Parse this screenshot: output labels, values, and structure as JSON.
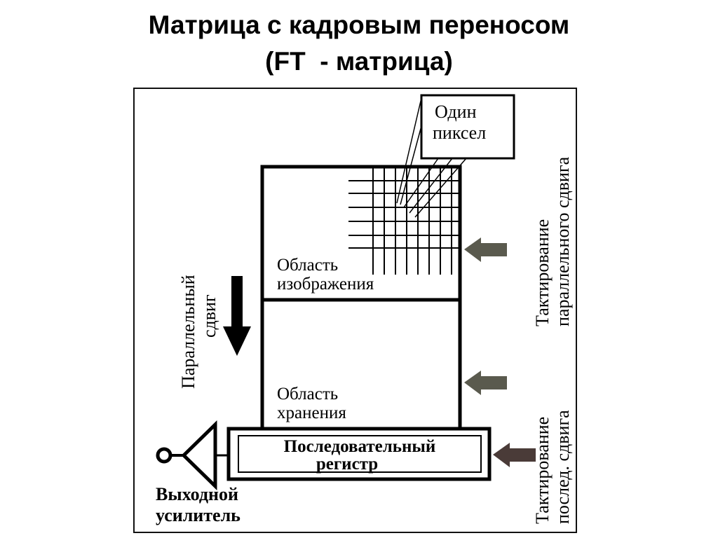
{
  "slide": {
    "title_line1": "Матрица с кадровым переносом",
    "title_line2": "(FT  - матрица)"
  },
  "diagram": {
    "pixel_label_line1": "Один",
    "pixel_label_line2": "пиксел",
    "image_area_line1": "Область",
    "image_area_line2": "изображения",
    "storage_area_line1": "Область",
    "storage_area_line2": "хранения",
    "serial_register_line1": "Последовательный",
    "serial_register_line2": "регистр",
    "parallel_shift_line1": "Параллельный",
    "parallel_shift_line2": "сдвиг",
    "parallel_clock_line1": "Тактирование",
    "parallel_clock_line2": "параллельного сдвига",
    "serial_clock_line1": "Тактирование",
    "serial_clock_line2": "послед. сдвига",
    "amplifier_line1": "Выходной",
    "amplifier_line2": "усилитель"
  }
}
